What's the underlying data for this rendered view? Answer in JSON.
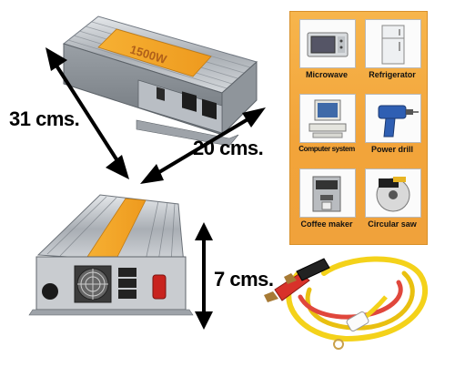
{
  "dimensions": {
    "length": "31 cms.",
    "width": "20 cms.",
    "height": "7 cms."
  },
  "appliances": [
    {
      "label": "Microwave",
      "icon": "microwave-icon"
    },
    {
      "label": "Refrigerator",
      "icon": "refrigerator-icon"
    },
    {
      "label": "Computer system",
      "icon": "computer-icon"
    },
    {
      "label": "Power drill",
      "icon": "power-drill-icon"
    },
    {
      "label": "Coffee maker",
      "icon": "coffee-maker-icon"
    },
    {
      "label": "Circular saw",
      "icon": "circular-saw-icon"
    }
  ],
  "product": {
    "label_text": "1500W"
  },
  "colors": {
    "panel_background": "#f2a43a",
    "inverter_body": "#b7bcc2",
    "inverter_label": "#f3a428",
    "cable_yellow": "#f4d21a",
    "cable_red": "#e0473c",
    "clamp_red": "#d8322a"
  }
}
